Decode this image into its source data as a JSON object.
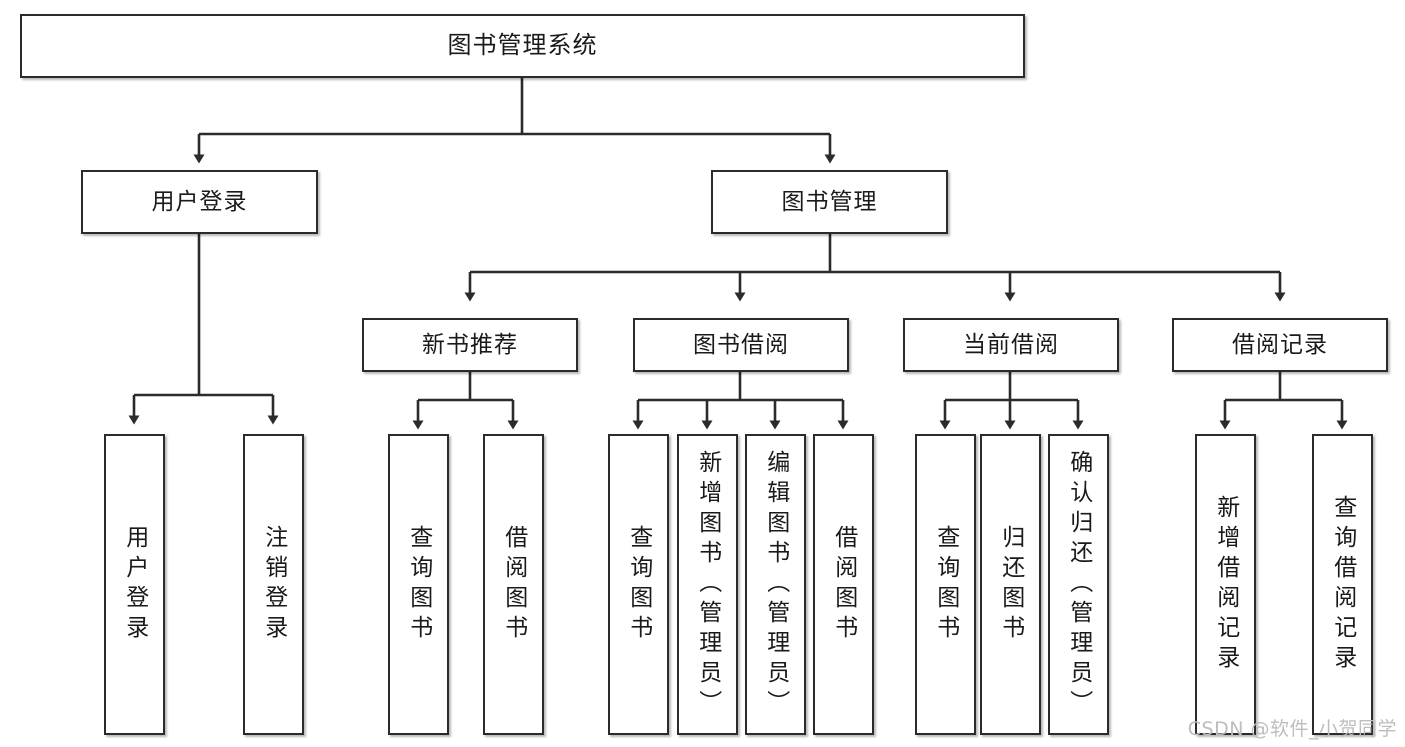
{
  "diagram": {
    "title": "图书管理系统",
    "type": "tree-hierarchy-chart",
    "watermark": "CSDN @软件_小贺同学",
    "colors": {
      "box_border": "#2b2b2b",
      "box_fill": "#ffffff",
      "edge": "#2b2b2b",
      "text": "#1a1a1a",
      "watermark": "#bdbdbd"
    },
    "nodes": {
      "root": {
        "label": "图书管理系统"
      },
      "level2": [
        {
          "label": "用户登录"
        },
        {
          "label": "图书管理"
        }
      ],
      "level3": [
        {
          "label": "新书推荐"
        },
        {
          "label": "图书借阅"
        },
        {
          "label": "当前借阅"
        },
        {
          "label": "借阅记录"
        }
      ],
      "leaves": {
        "user_login": [
          {
            "label": "用户登录"
          },
          {
            "label": "注销登录"
          }
        ],
        "new_book_recommend": [
          {
            "label": "查询图书"
          },
          {
            "label": "借阅图书"
          }
        ],
        "book_borrow": [
          {
            "label": "查询图书"
          },
          {
            "label": "新增图书（管理员）"
          },
          {
            "label": "编辑图书（管理员）"
          },
          {
            "label": "借阅图书"
          }
        ],
        "current_borrow": [
          {
            "label": "查询图书"
          },
          {
            "label": "归还图书"
          },
          {
            "label": "确认归还（管理员）"
          }
        ],
        "borrow_record": [
          {
            "label": "新增借阅记录"
          },
          {
            "label": "查询借阅记录"
          }
        ]
      }
    }
  }
}
